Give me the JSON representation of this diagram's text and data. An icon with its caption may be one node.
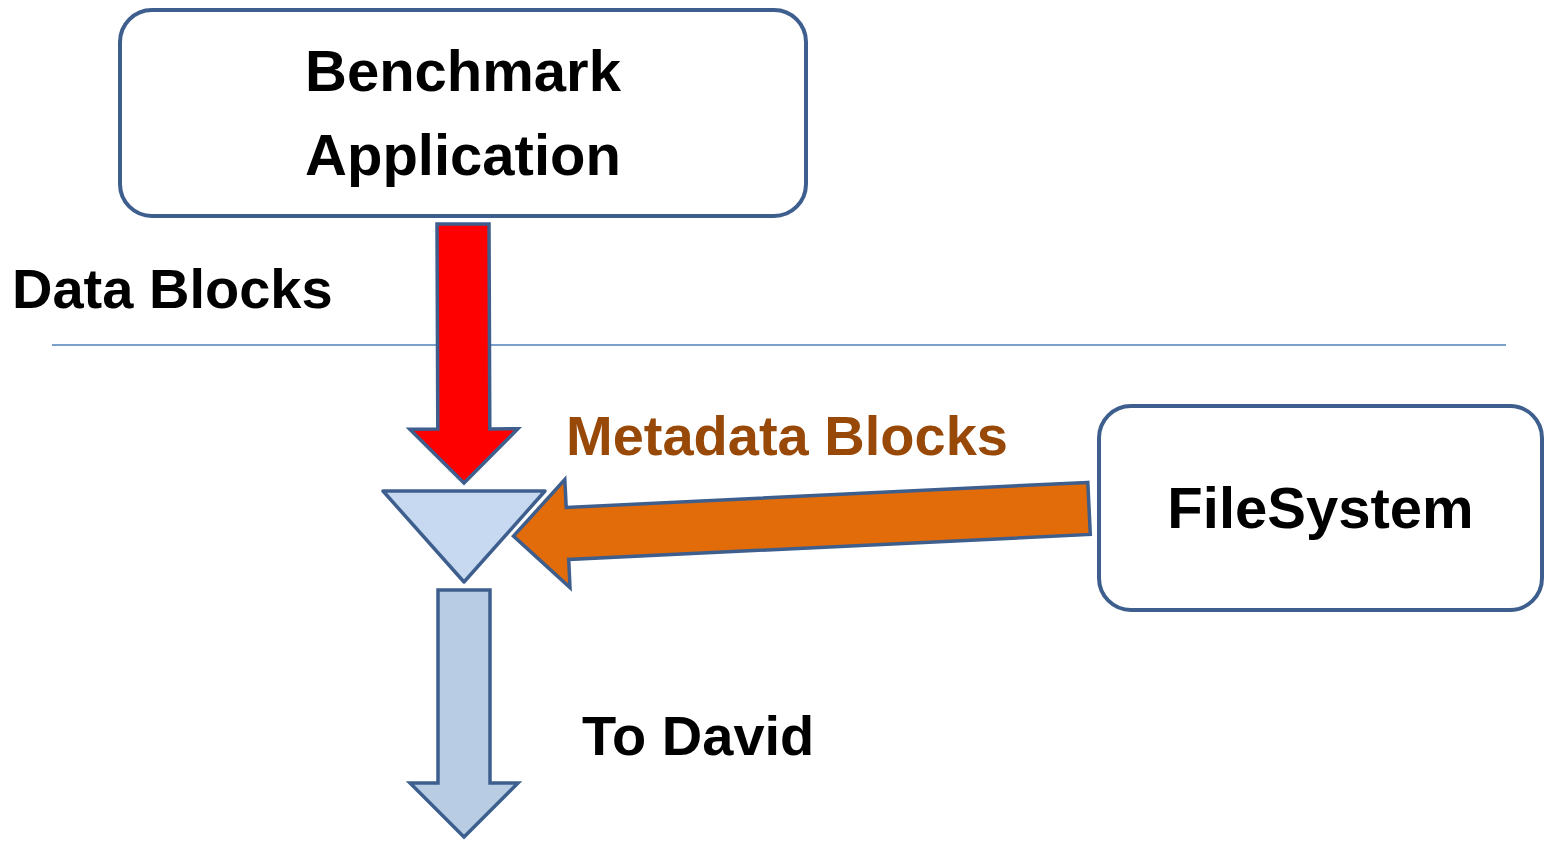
{
  "diagram": {
    "nodes": [
      {
        "text": [
          "Benchmark Application"
        ]
      },
      {
        "text": [
          "FileSystem"
        ]
      },
      {
        "text": [],
        "shape": "triangle"
      }
    ],
    "edges": [
      {
        "from": 0,
        "to": 2,
        "arrow": "to",
        "label": "Data Blocks",
        "color": "#ff0000"
      },
      {
        "from": 1,
        "to": 2,
        "arrow": "to",
        "label": "Metadata Blocks",
        "color": "#e36c0a"
      },
      {
        "from": 2,
        "to": null,
        "arrow": "to",
        "label": "To David",
        "color": "#b8cce4"
      }
    ]
  }
}
